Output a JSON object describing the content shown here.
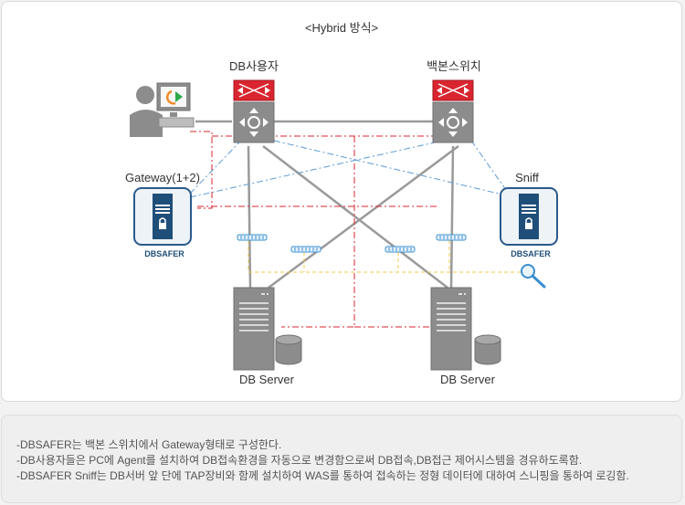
{
  "diagram": {
    "title": "<Hybrid 방식>",
    "labels": {
      "db_user": "DB사용자",
      "backbone_switch": "백본스위치",
      "gateway": "Gateway(1+2)",
      "sniff": "Sniff",
      "db_server_left": "DB Server",
      "db_server_right": "DB Server",
      "logo_left": "DBSAFER",
      "logo_right": "DBSAFER"
    },
    "colors": {
      "switch_red": "#d9252f",
      "switch_gray": "#8c8c8c",
      "line_gray": "#9a9a9a",
      "dash_red": "#d9252f",
      "dash_blue": "#5b9bd5",
      "dash_yellow": "#f2c94c",
      "appliance_blue": "#1f4e79",
      "magnifier_blue": "#3a8fd0"
    }
  },
  "notes": [
    "-DBSAFER는 백본 스위치에서 Gateway형태로 구성한다.",
    "-DB사용자들은 PC에 Agent를 설치하여 DB접속환경을 자동으로 변경함으로써 DB접속,DB접근 제어시스템을 경유하도록함.",
    "-DBSAFER Sniff는 DB서버 앞 단에 TAP장비와 함께 설치하여 WAS를 통하여 접속하는 정형 데이터에 대하여 스니핑을 통하여 로깅함."
  ]
}
